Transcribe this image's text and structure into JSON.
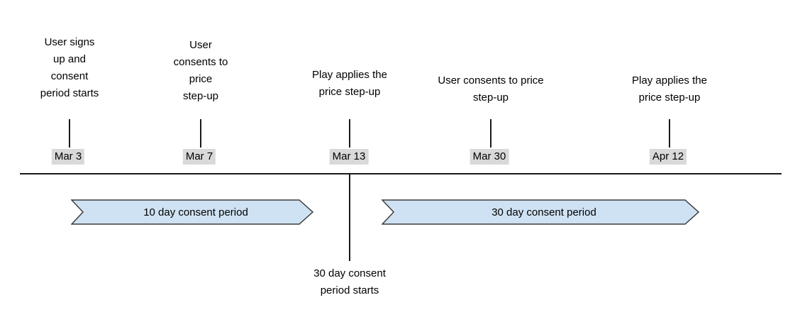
{
  "timeline": {
    "events": [
      {
        "label": "User signs\nup and\nconsent\nperiod starts",
        "date": "Mar 3"
      },
      {
        "label": "User\nconsents to\nprice\nstep-up",
        "date": "Mar 7"
      },
      {
        "label": "Play applies the\nprice step-up",
        "date": "Mar 13"
      },
      {
        "label": "User consents to price\nstep-up",
        "date": "Mar 30"
      },
      {
        "label": "Play applies the\nprice step-up",
        "date": "Apr 12"
      }
    ],
    "periods": [
      {
        "label": "10 day consent period"
      },
      {
        "label": "30 day consent period"
      }
    ],
    "annotation": {
      "label": "30 day consent\nperiod starts"
    },
    "colors": {
      "arrow_fill": "#cfe2f3",
      "arrow_stroke": "#3d3d3d",
      "date_background": "#d9d9d9",
      "line": "#1a1a1a"
    }
  }
}
